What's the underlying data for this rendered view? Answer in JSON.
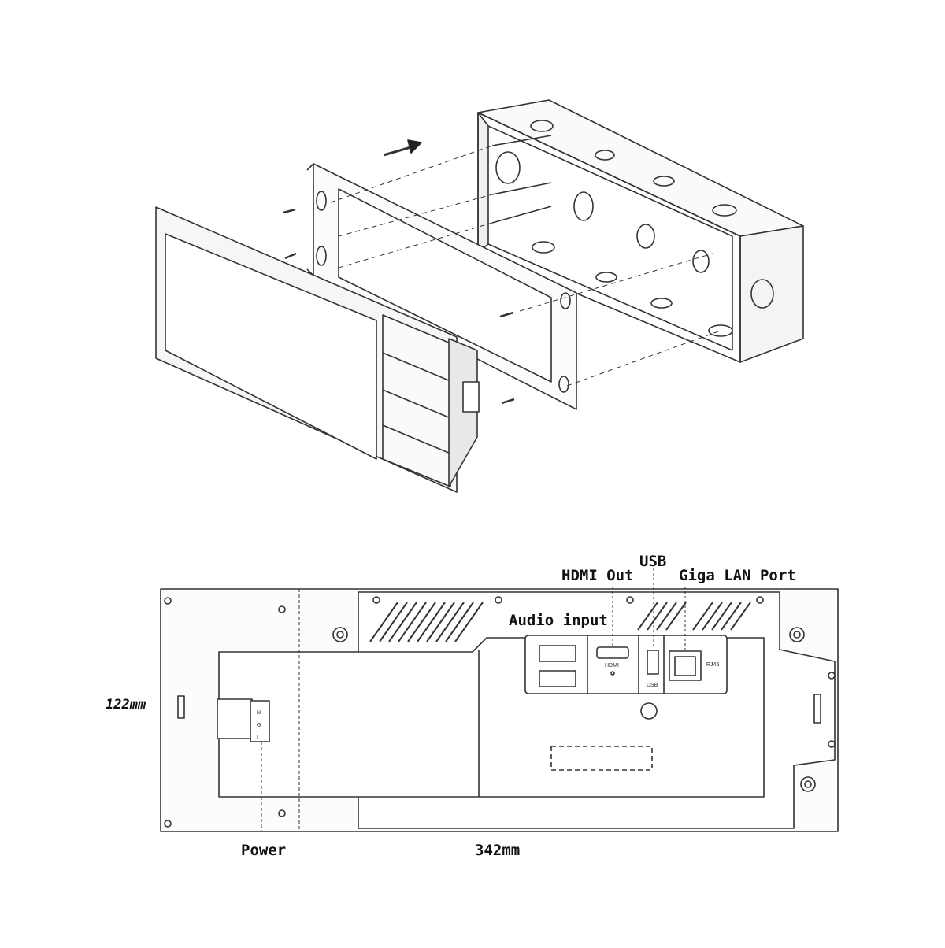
{
  "labels": {
    "hdmi_out": "HDMI Out",
    "usb": "USB",
    "giga_lan": "Giga LAN Port",
    "audio_input": "Audio input",
    "height_dim": "122mm",
    "power": "Power",
    "width_dim": "342mm"
  },
  "ports": {
    "hdmi": "HDMI",
    "usb": "USB",
    "rj45": "RJ45"
  },
  "terminal": {
    "n": "N",
    "g": "G",
    "l": "L"
  }
}
